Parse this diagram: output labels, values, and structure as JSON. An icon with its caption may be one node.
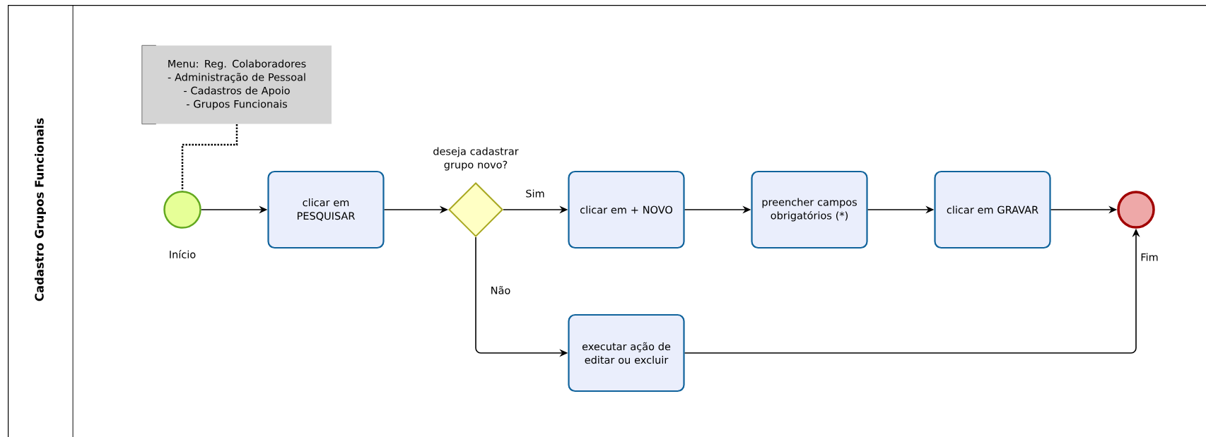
{
  "diagram": {
    "nodes": [
      {
        "text": [
          "Cadastro Grupos Funcionais"
        ]
      },
      {
        "text": [
          "Menu: Reg. Colaboradores - Administração de Pessoal - Cadastros de Apoio - Grupos Funcionais"
        ],
        "in": 0
      },
      {
        "text": [],
        "shape": "circle",
        "beside": [
          "Início"
        ],
        "in": 0
      },
      {
        "text": [
          "clicar em PESQUISAR"
        ],
        "in": 0
      },
      {
        "text": [],
        "shape": "diamond",
        "beside": [
          "deseja cadastrar grupo novo?"
        ],
        "in": 0
      },
      {
        "text": [
          "clicar em + NOVO"
        ],
        "in": 0
      },
      {
        "text": [
          "preencher campos obrigatórios (*)"
        ],
        "in": 0
      },
      {
        "text": [
          "clicar em GRAVAR"
        ],
        "in": 0
      },
      {
        "text": [],
        "shape": "circle",
        "beside": [
          "Fim"
        ],
        "in": 0
      },
      {
        "text": [
          "executar ação de editar ou excluir"
        ],
        "in": 0
      }
    ],
    "edges": [
      {
        "from": 1,
        "to": 2,
        "arrow": "none",
        "style": "dashed"
      },
      {
        "from": 2,
        "to": 3,
        "arrow": "to"
      },
      {
        "from": 3,
        "to": 4,
        "arrow": "to"
      },
      {
        "from": 4,
        "to": 5,
        "arrow": "to",
        "label": "Sim"
      },
      {
        "from": 5,
        "to": 6,
        "arrow": "to"
      },
      {
        "from": 6,
        "to": 7,
        "arrow": "to"
      },
      {
        "from": 7,
        "to": 8,
        "arrow": "to"
      },
      {
        "from": 4,
        "to": 9,
        "arrow": "to",
        "label": "Não"
      },
      {
        "from": 9,
        "to": 8,
        "arrow": "to"
      }
    ]
  }
}
